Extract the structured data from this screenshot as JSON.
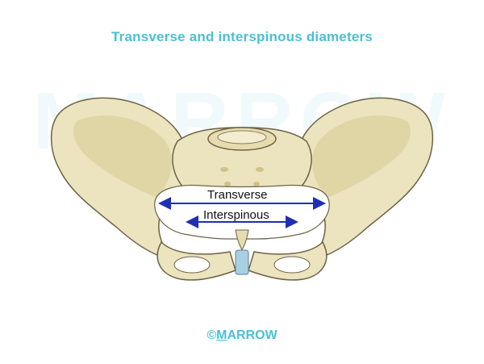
{
  "figure": {
    "title": "Transverse and interspinous diameters",
    "watermark": "MARROW",
    "labels": {
      "transverse": "Transverse",
      "interspinous": "Interspinous"
    },
    "footer": {
      "symbol": "©",
      "first_letter": "M",
      "rest": "ARROW"
    }
  },
  "colors": {
    "title": "#4bbfd4",
    "bone": "#ece3bf",
    "bone_shadow": "#cfc18a",
    "outline": "#6b6346",
    "arrow": "#1f2fb5",
    "symphysis": "#a9cfe3"
  }
}
